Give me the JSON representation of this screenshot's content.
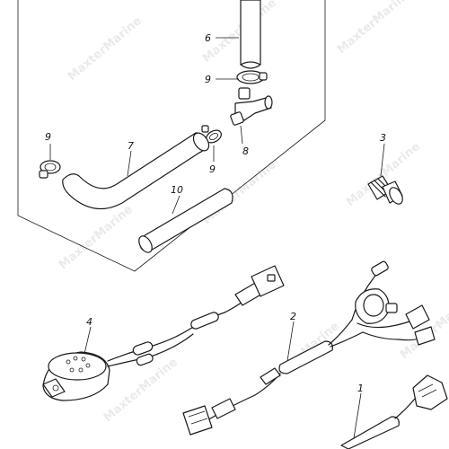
{
  "watermark_text": "MaxterMarine",
  "callouts": {
    "c1": "1",
    "c2": "2",
    "c3": "3",
    "c4": "4",
    "c6": "6",
    "c7": "7",
    "c8": "8",
    "c9a": "9",
    "c9b": "9",
    "c9c": "9",
    "c10": "10"
  }
}
